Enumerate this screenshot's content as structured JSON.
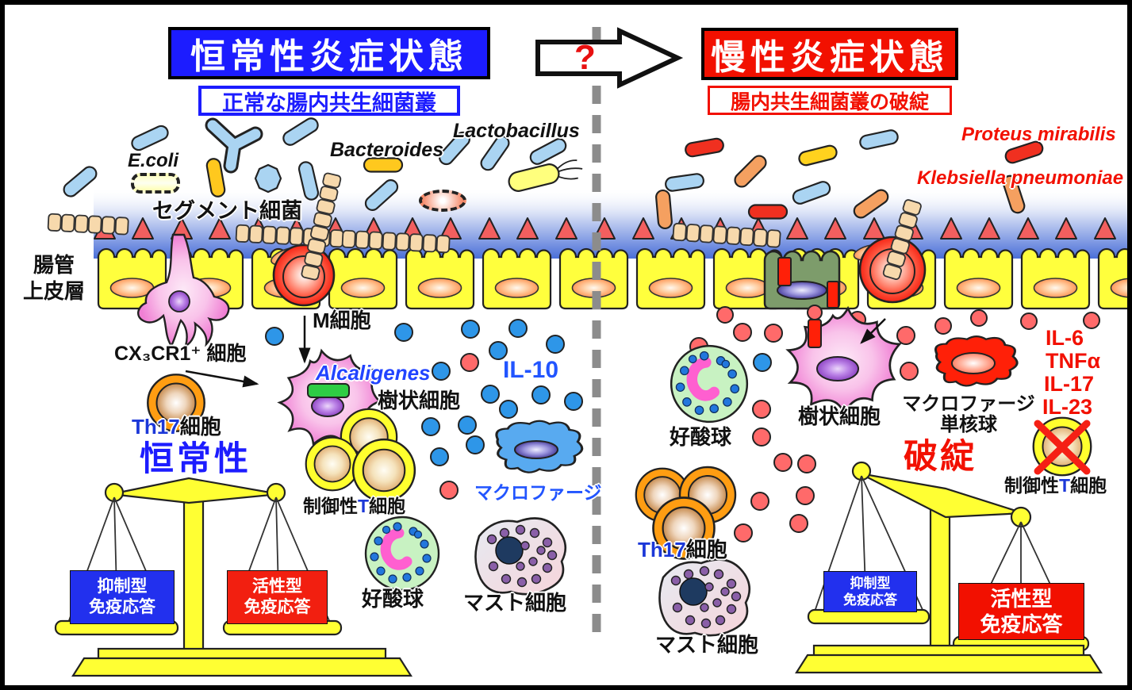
{
  "figure": {
    "left_panel": {
      "title": "恒常性炎症状態",
      "subtitle": "正常な腸内共生細菌叢",
      "state_label": "恒常性",
      "bacteria_labels": {
        "ecoli": "E.coli",
        "segmented": "セグメント細菌",
        "bacteroides": "Bacteroides",
        "lactobacillus": "Lactobacillus"
      },
      "cell_labels": {
        "epithelium_line1": "腸管",
        "epithelium_line2": "上皮層",
        "cx3cr1": "CX₃CR1⁺ 細胞",
        "m_cell": "M細胞",
        "alcaligenes": "Alcaligenes",
        "dendritic": "樹状細胞",
        "th17_prefix": "Th17",
        "th17_suffix": "細胞",
        "treg_part1": "制御性",
        "treg_part2": "T",
        "treg_part3": "細胞",
        "macrophage": "マクロファージ",
        "eosinophil": "好酸球",
        "mast": "マスト細胞"
      },
      "cytokine_labels": {
        "il10": "IL-10"
      },
      "scale": {
        "left_pan_line1": "抑制型",
        "left_pan_line2": "免疫応答",
        "right_pan_line1": "活性型",
        "right_pan_line2": "免疫応答"
      }
    },
    "center": {
      "question_mark": "?"
    },
    "right_panel": {
      "title": "慢性炎症状態",
      "subtitle": "腸内共生細菌叢の破綻",
      "state_label": "破綻",
      "bacteria_labels": {
        "proteus": "Proteus mirabilis",
        "klebsiella": "Klebsiella pneumoniae"
      },
      "cell_labels": {
        "eosinophil": "好酸球",
        "dendritic": "樹状細胞",
        "macrophage_line1": "マクロファージ",
        "macrophage_line2": "単核球",
        "treg_part1": "制御性",
        "treg_part2": "T",
        "treg_part3": "細胞",
        "th17_prefix": "Th17",
        "th17_suffix": "細胞",
        "mast": "マスト細胞"
      },
      "cytokine_labels": {
        "il6": "IL-6",
        "tnfa": "TNFα",
        "il17": "IL-17",
        "il23": "IL-23"
      },
      "scale": {
        "left_pan_line1": "抑制型",
        "left_pan_line2": "免疫応答",
        "right_pan_line1": "活性型",
        "right_pan_line2": "免疫応答"
      }
    },
    "colors": {
      "left_accent": "#1c1cff",
      "right_accent": "#f21000",
      "scale_yellow": "#ffff33",
      "divider_gray": "#8c8c8c",
      "il10_dot": "#2e96e8",
      "cytokine_dot": "#ff6a6a"
    }
  }
}
